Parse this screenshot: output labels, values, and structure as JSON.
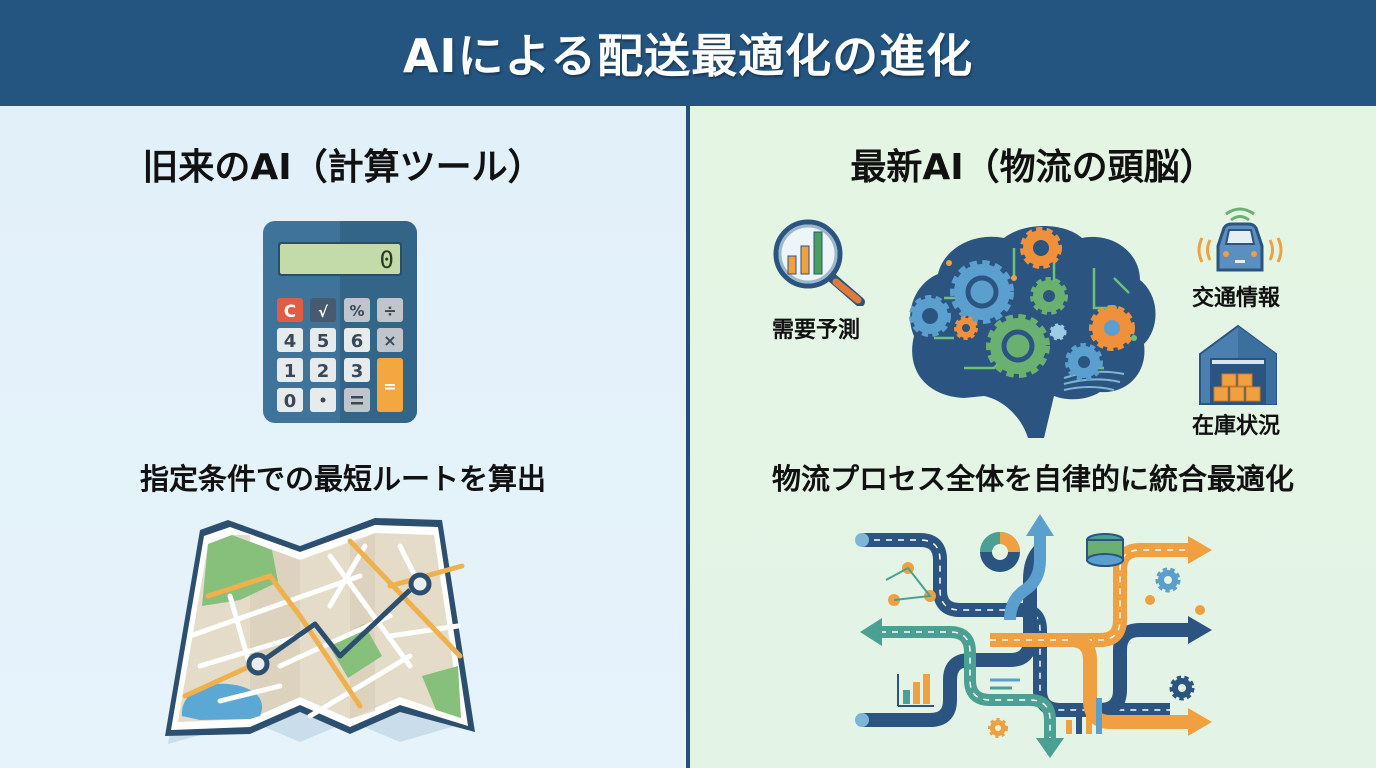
{
  "header": {
    "title": "AIによる配送最適化の進化"
  },
  "left": {
    "title": "旧来のAI（計算ツール）",
    "caption": "指定条件での最短ルートを算出",
    "calculator": {
      "display": "0",
      "keys": [
        [
          "C",
          "√",
          "%",
          "÷"
        ],
        [
          "4",
          "5",
          "6",
          "×"
        ],
        [
          "1",
          "2",
          "3",
          "="
        ],
        [
          "0",
          "・",
          "="
        ]
      ]
    },
    "illustration": "folded-map-with-route"
  },
  "right": {
    "title": "最新AI（物流の頭脳）",
    "caption": "物流プロセス全体を自律的に統合最適化",
    "labels": {
      "demand": "需要予測",
      "traffic": "交通情報",
      "inventory": "在庫状況"
    },
    "illustration": "integrated-logistics-network"
  },
  "colors": {
    "header": "#245580",
    "divider": "#254f78",
    "left_bg": "#e2f0f9",
    "right_bg": "#e4f5e4",
    "navy": "#2b5580",
    "orange": "#f0a040",
    "teal": "#4aa092",
    "green": "#6ab070",
    "light_blue": "#5b9fcf"
  }
}
